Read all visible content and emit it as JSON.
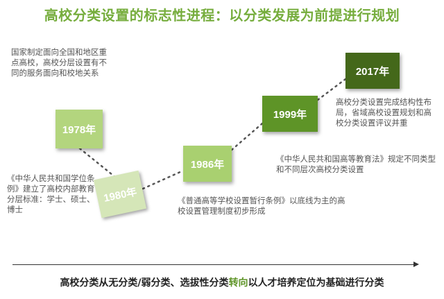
{
  "title": "高校分类设置的标志性进程：以分类发展为前提进行规划",
  "milestones": [
    {
      "year": "1978年",
      "description": "国家制定面向全国和地区重点高校，高校分层设置有不同的服务面向和校地关系"
    },
    {
      "year": "1980年",
      "description": "《中华人民共和国学位条例》建立了高校内部教育分层标准：学士、硕士、博士"
    },
    {
      "year": "1986年",
      "description": "《普通高等学校设置暂行条例》以底线为主的高校设置管理制度初步形成"
    },
    {
      "year": "1999年",
      "description": "《中华人民共和国高等教育法》规定不同类型和不同层次高校分类设置"
    },
    {
      "year": "2017年",
      "description": "高校分类设置完成结构性布局，省域高校设置规划和高校分类设置评议并重"
    }
  ],
  "summary": {
    "before": "高校分类从无分类/弱分类、选拔性分类",
    "highlight": "转向",
    "after": "以人才培养定位为基础进行分类"
  },
  "colors": {
    "title": "#76ad3d",
    "accent": "#5e9427",
    "box_1978": "#b3d57e",
    "box_1980": "#d5e6b8",
    "box_1986": "#a9d070",
    "box_1999": "#5e9427",
    "box_2017": "#44681a"
  }
}
